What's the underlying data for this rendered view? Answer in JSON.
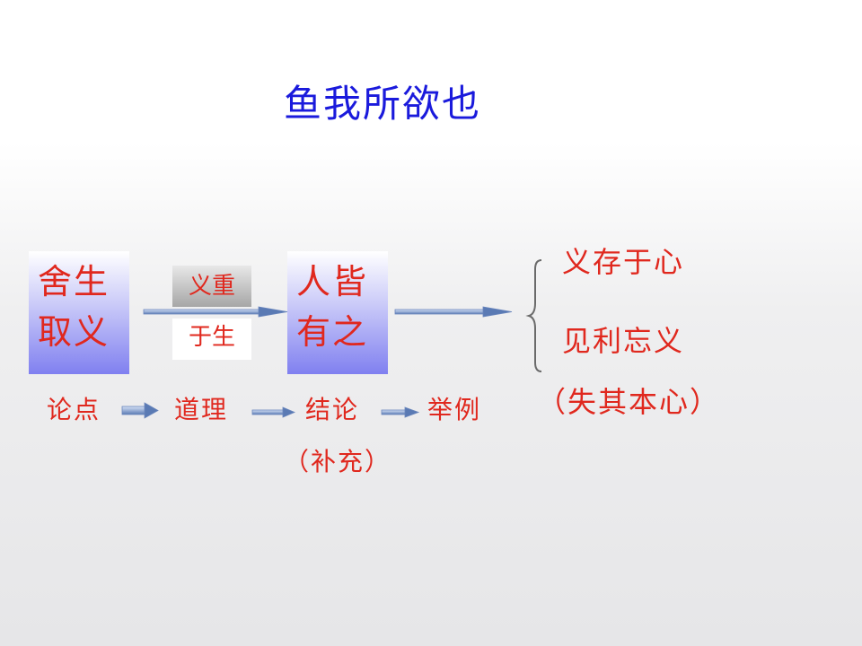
{
  "title": "鱼我所欲也",
  "left_box": {
    "line1": "舍生",
    "line2": "取义"
  },
  "middle_box": {
    "top": "义重",
    "bottom": "于生"
  },
  "conclusion_box": {
    "line1": "人皆",
    "line2": "有之"
  },
  "brace_items": {
    "item1": "义存于心",
    "item2": "见利忘义",
    "note": "（失其本心）"
  },
  "flow": {
    "step1": "论点",
    "step2": "道理",
    "step3": "结论",
    "step4": "举例",
    "note": "（补充）"
  },
  "colors": {
    "title": "#1a1adc",
    "text": "#e0281e",
    "arrow": "#5a7ab4",
    "box_bottom": "#8080f0"
  }
}
